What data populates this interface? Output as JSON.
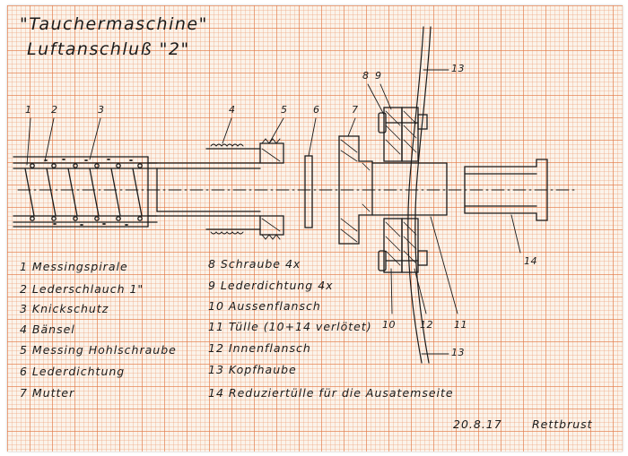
{
  "title": "\"Tauchermaschine\"",
  "subtitle": "Luftanschluß \"2\"",
  "part_numbers": [
    "1",
    "2",
    "3",
    "4",
    "5",
    "6",
    "7",
    "8",
    "9",
    "13",
    "14",
    "10",
    "12",
    "11",
    "13"
  ],
  "legend_left": [
    "1 Messingspirale",
    "2 Lederschlauch 1\"",
    "3 Knickschutz",
    "4 Bänsel",
    "5 Messing Hohlschraube",
    "6 Lederdichtung",
    "7 Mutter"
  ],
  "legend_right": [
    "8 Schraube 4x",
    "9 Lederdichtung 4x",
    "10 Aussenflansch",
    "11 Tülle (10+14 verlötet)",
    "12 Innenflansch",
    "13 Kopfhaube",
    "14 Reduziertülle für die Ausatemseite"
  ],
  "date": "20.8.17",
  "signature": "Rettbrust",
  "colors": {
    "grid": "#e27846",
    "paper": "#fbf3ea",
    "ink": "#1b1b1b"
  }
}
